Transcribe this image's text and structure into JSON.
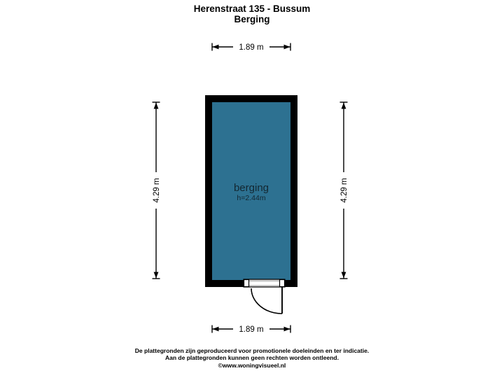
{
  "title": {
    "line1": "Herenstraat 135 - Bussum",
    "line2": "Berging"
  },
  "plan": {
    "room": {
      "name": "berging",
      "ceiling_height": "h=2.44m",
      "floor_color": "#2d7191",
      "wall_color": "#000000"
    },
    "dimensions": {
      "width_top": "1.89 m",
      "width_bottom": "1.89 m",
      "height_left": "4.29 m",
      "height_right": "4.29 m"
    }
  },
  "footer": {
    "line1": "De plattegronden zijn geproduceerd voor promotionele doeleinden en ter indicatie.",
    "line2": "Aan de plattegronden kunnen geen rechten worden ontleend.",
    "line3": "©www.woningvisueel.nl"
  }
}
